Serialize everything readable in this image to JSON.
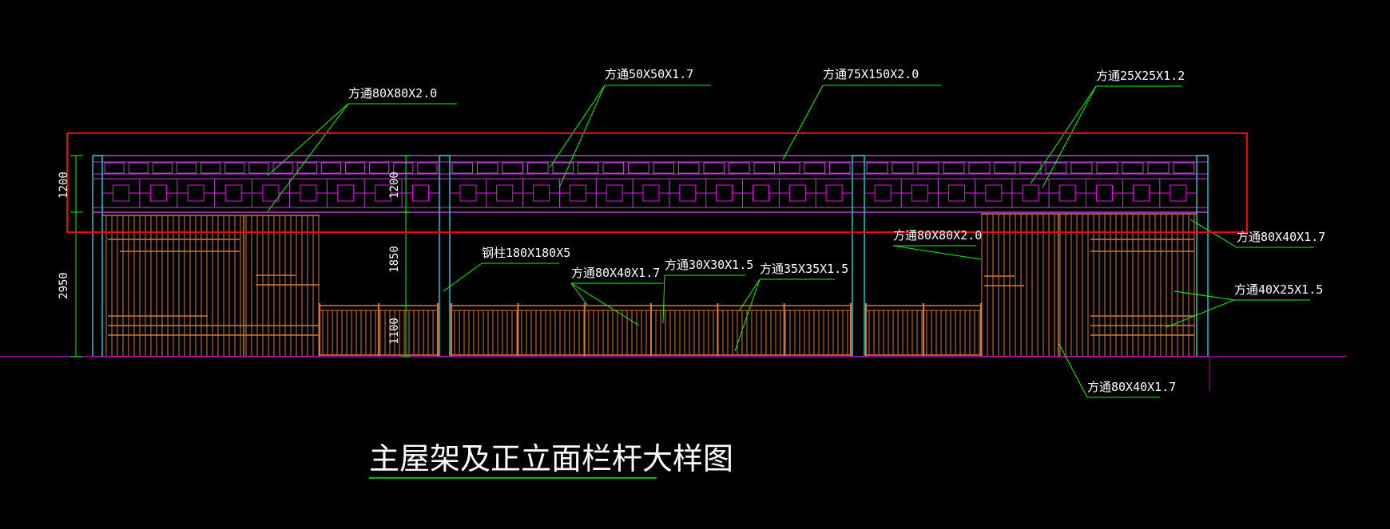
{
  "title": "主屋架及正立面栏杆大样图",
  "colors": {
    "background": "#000000",
    "frame": "#ff0000",
    "purple": "#c03cd8",
    "magenta": "#ff00ff",
    "orange": "#d9772b",
    "cyan": "#22c4cc",
    "leader": "#00ff00",
    "text": "#ffffff",
    "ground": "#b000b0"
  },
  "dimensions": [
    {
      "id": "dim-1200-left",
      "text": "1200"
    },
    {
      "id": "dim-2950",
      "text": "2950"
    },
    {
      "id": "dim-1200-inner",
      "text": "1200"
    },
    {
      "id": "dim-1850",
      "text": "1850"
    },
    {
      "id": "dim-1100",
      "text": "1100"
    }
  ],
  "labels": [
    {
      "id": "lbl-80x80-top",
      "text": "方通80X80X2.0"
    },
    {
      "id": "lbl-50x50",
      "text": "方通50X50X1.7"
    },
    {
      "id": "lbl-75x150",
      "text": "方通75X150X2.0"
    },
    {
      "id": "lbl-25x25",
      "text": "方通25X25X1.2"
    },
    {
      "id": "lbl-80x40-right",
      "text": "方通80X40X1.7"
    },
    {
      "id": "lbl-80x80-right",
      "text": "方通80X80X2.0"
    },
    {
      "id": "lbl-40x25",
      "text": "方通40X25X1.5"
    },
    {
      "id": "lbl-steel-column",
      "text": "钢柱180X180X5"
    },
    {
      "id": "lbl-80x40-mid",
      "text": "方通80X40X1.7"
    },
    {
      "id": "lbl-30x30",
      "text": "方通30X30X1.5"
    },
    {
      "id": "lbl-35x35",
      "text": "方通35X35X1.5"
    },
    {
      "id": "lbl-80x40-bottom",
      "text": "方通80X40X1.7"
    }
  ]
}
